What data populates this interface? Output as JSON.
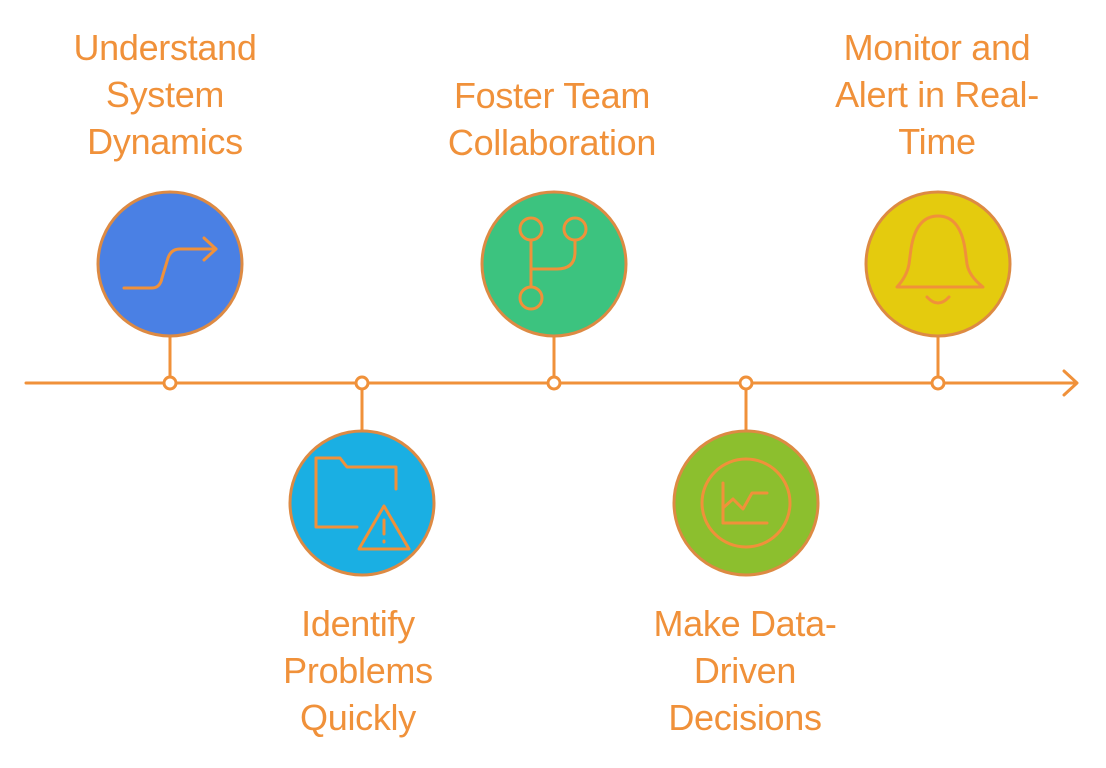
{
  "timeline": {
    "line_color": "#F0913A",
    "milestones": [
      {
        "id": "m1",
        "label": "Understand\nSystem\nDynamics",
        "icon": "trend-arrow-icon",
        "circle_color": "#4A80E4",
        "position": "above"
      },
      {
        "id": "m2",
        "label": "Identify\nProblems\nQuickly",
        "icon": "folder-warning-icon",
        "circle_color": "#1AAFE3",
        "position": "below"
      },
      {
        "id": "m3",
        "label": "Foster Team\nCollaboration",
        "icon": "branch-icon",
        "circle_color": "#3CC37F",
        "position": "above"
      },
      {
        "id": "m4",
        "label": "Make Data-\nDriven\nDecisions",
        "icon": "chart-line-icon",
        "circle_color": "#8CBF2E",
        "position": "below"
      },
      {
        "id": "m5",
        "label": "Monitor and\nAlert in Real-\nTime",
        "icon": "bell-icon",
        "circle_color": "#E4CB0E",
        "position": "above"
      }
    ]
  }
}
